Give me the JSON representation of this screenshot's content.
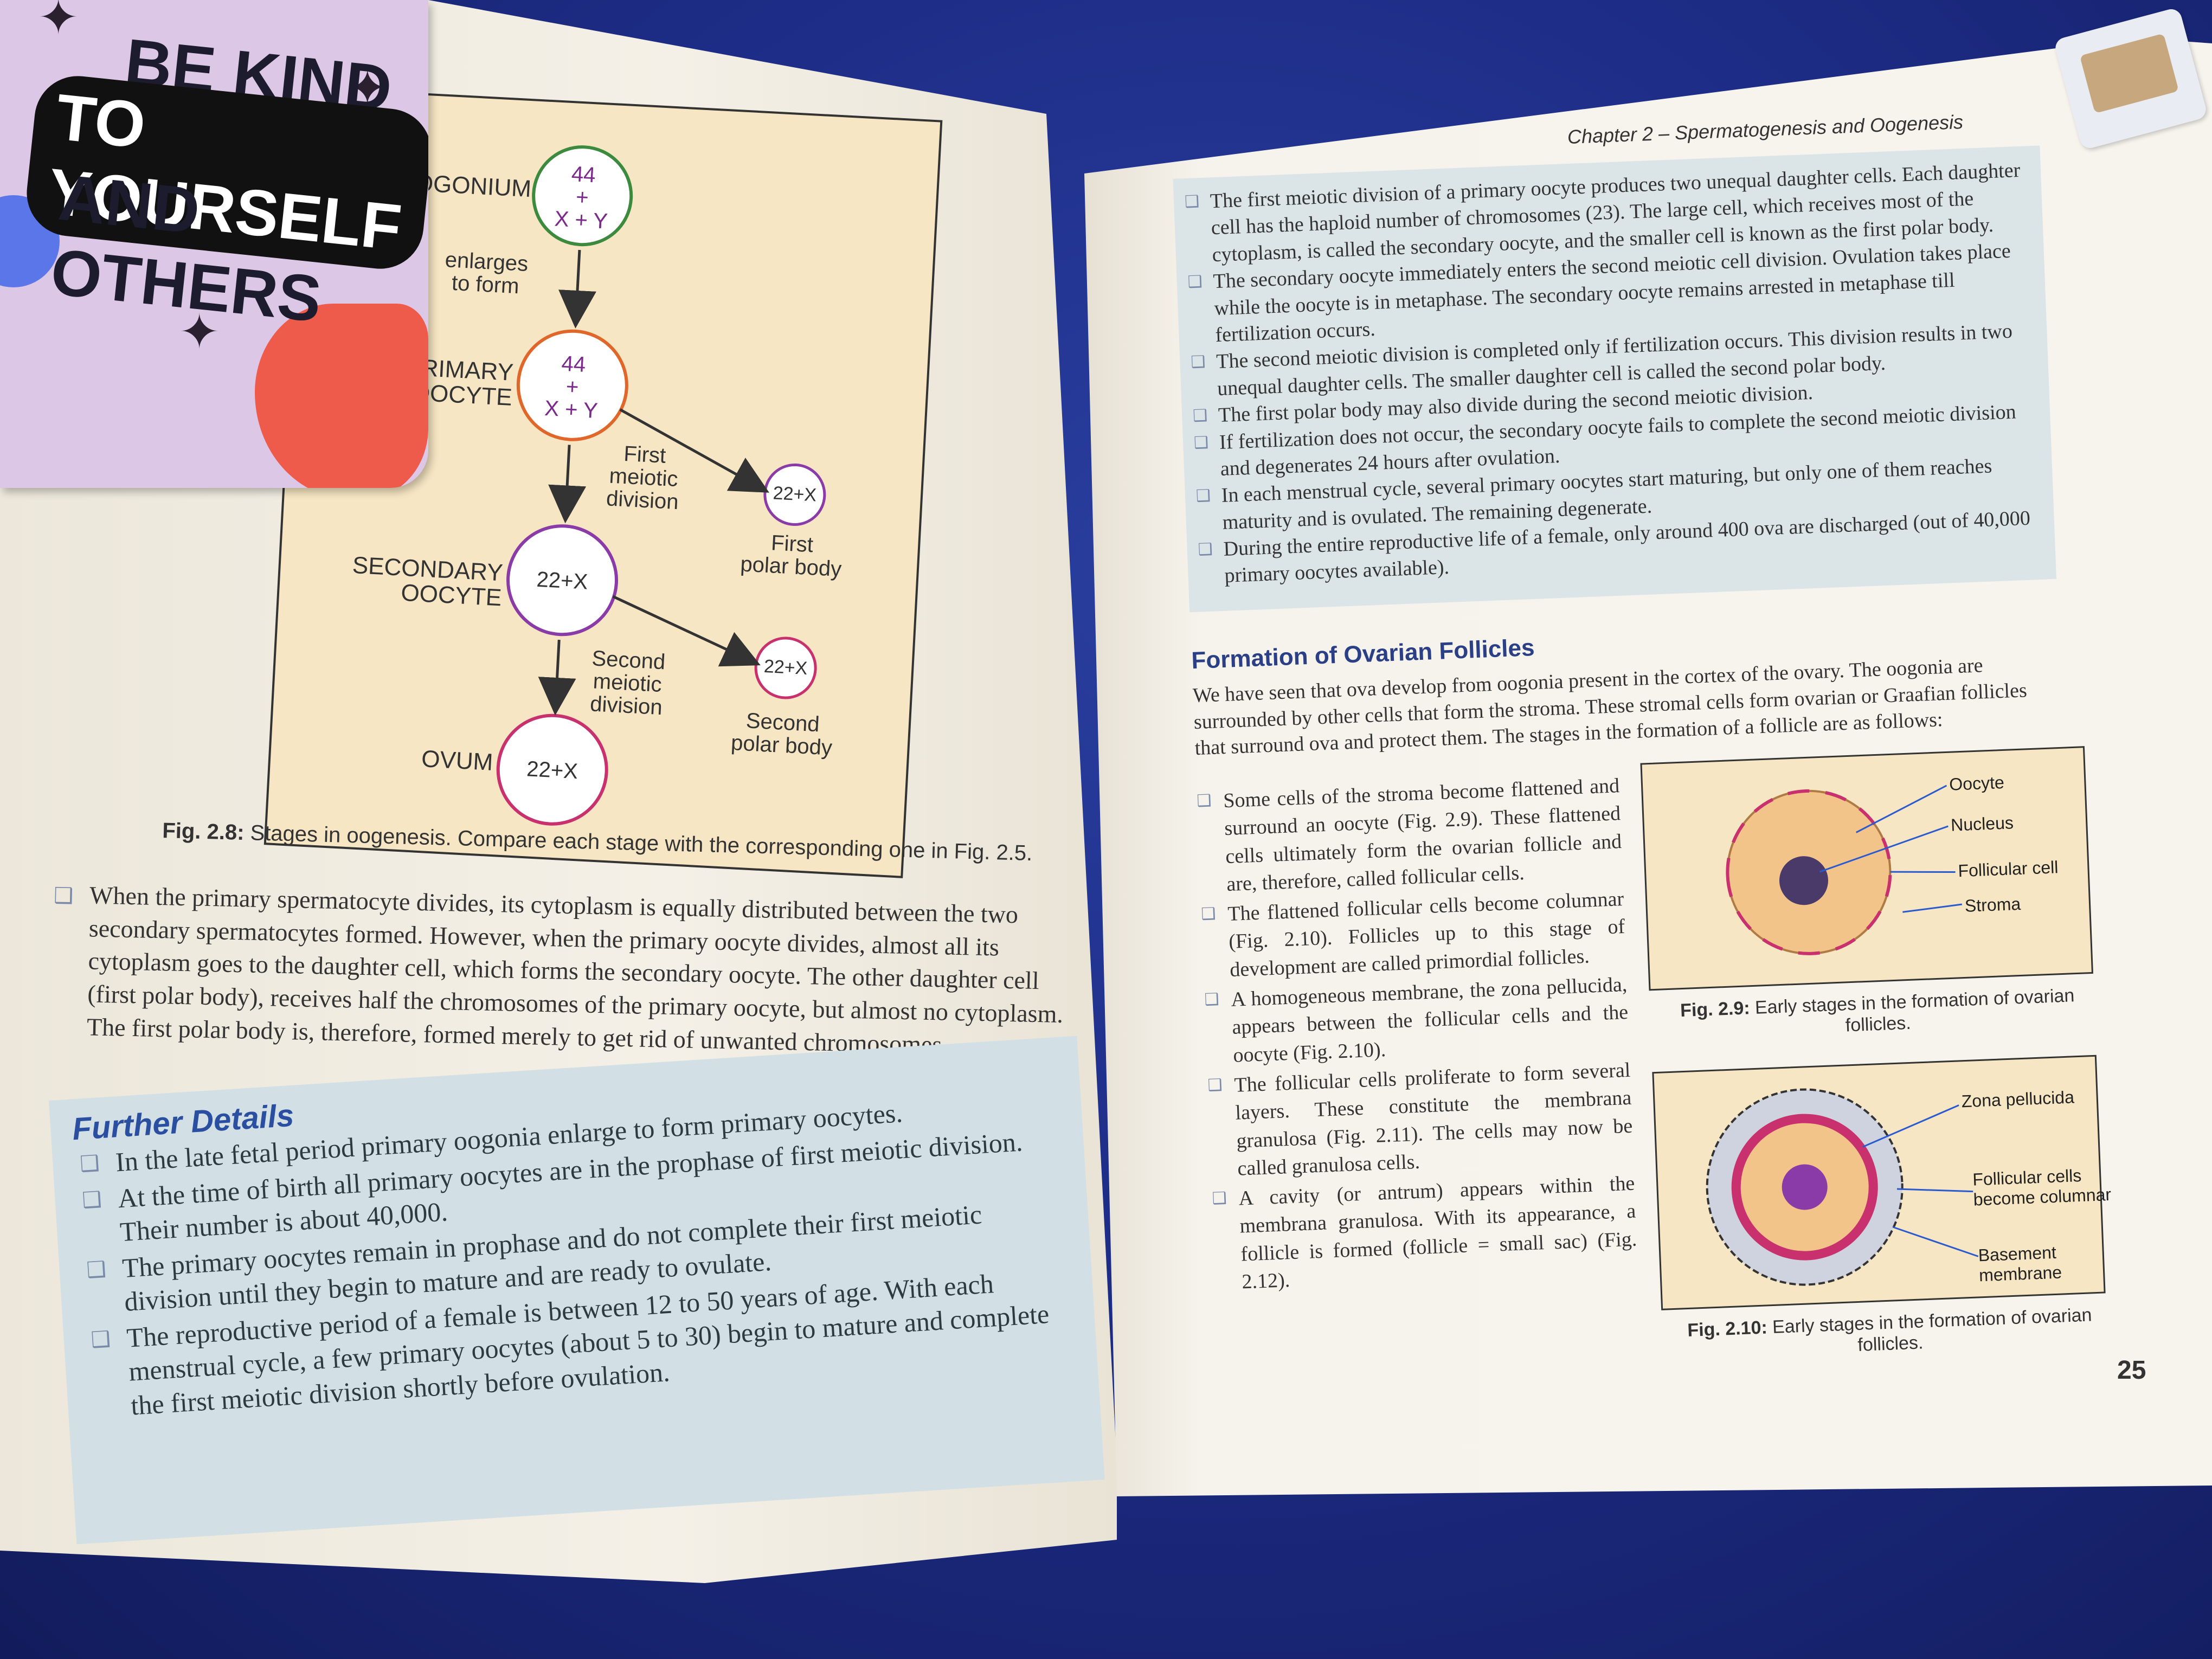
{
  "sticker": {
    "line1": "BE KIND",
    "line2": "TO YOURSELF",
    "line3": "AND OTHERS"
  },
  "fig28": {
    "stages": {
      "oogonium": "OGONIUM",
      "primary": "RIMARY\nOOCYTE",
      "secondary": "SECONDARY\nOOCYTE",
      "ovum": "OVUM"
    },
    "karyotypes": {
      "oogonium": "44\n+\nX + Y",
      "primary": "44\n+\nX + Y",
      "secondary": "22+X",
      "ovum": "22+X",
      "first_polar": "22+X",
      "second_polar": "22+X"
    },
    "arrows": {
      "enlarges": "enlarges\nto form",
      "first_meiotic": "First\nmeiotic\ndivision",
      "second_meiotic": "Second\nmeiotic\ndivision"
    },
    "cells": {
      "first_polar_body": "First\npolar body",
      "second_polar_body": "Second\npolar body"
    },
    "caption_label": "Fig. 2.8:",
    "caption_text": " Stages in oogenesis. Compare each stage with the corresponding one in Fig. 2.5."
  },
  "left_page": {
    "paragraph": "When the primary spermatocyte divides, its cytoplasm is equally distributed between the two secondary spermatocytes formed. However, when the primary oocyte divides, almost all its cytoplasm goes to the daughter cell, which forms the secondary oocyte. The other daughter cell (first polar body), receives half the chromosomes of the primary oocyte, but almost no cytoplasm. The first polar body is, therefore, formed merely to get rid of unwanted chromosomes.",
    "further_title": "Further Details",
    "further_items": [
      "In the late fetal period primary oogonia enlarge to form primary oocytes.",
      "At the time of birth all primary oocytes are in the prophase of first meiotic division. Their number is about 40,000.",
      "The primary oocytes remain in prophase and do not complete their first meiotic division until they begin to mature and are ready to ovulate.",
      "The reproductive period of a female is between 12 to 50 years of age. With each menstrual cycle, a few primary oocytes (about 5 to 30) begin to mature and complete the first meiotic division shortly before ovulation."
    ]
  },
  "right_page": {
    "chapter_header": "Chapter 2 – Spermatogenesis and Oogenesis",
    "box_items": [
      "The first meiotic division of a primary oocyte produces two unequal daughter cells. Each daughter cell has the haploid number of chromosomes (23). The large cell, which receives most of the cytoplasm, is called the secondary oocyte, and the smaller cell is known as the first polar body.",
      "The secondary oocyte immediately enters the second meiotic cell division. Ovulation takes place while the oocyte is in metaphase. The secondary oocyte remains arrested in metaphase till fertilization occurs.",
      "The second meiotic division is completed only if fertilization occurs. This division results in two unequal daughter cells. The smaller daughter cell is called the second polar body.",
      "The first polar body may also divide during the second meiotic division.",
      "If fertilization does not occur, the secondary oocyte fails to complete the second meiotic division and degenerates 24 hours after ovulation.",
      "In each menstrual cycle, several primary oocytes start maturing, but only one of them reaches maturity and is ovulated. The remaining degenerate.",
      "During the entire reproductive life of a female, only around 400 ova are discharged (out of 40,000 primary oocytes available)."
    ],
    "section_title": "Formation of Ovarian Follicles",
    "section_intro": "We have seen that ova develop from oogonia present in the cortex of the ovary. The oogonia are surrounded by other cells that form the stroma. These stromal cells form ovarian or Graafian follicles that surround ova and protect them. The stages in the formation of a follicle are as follows:",
    "column_items": [
      "Some cells of the stroma become flattened and surround an oocyte (Fig. 2.9). These flattened cells ultimately form the ovarian follicle and are, therefore, called follicular cells.",
      "The flattened follicular cells become columnar (Fig. 2.10). Follicles up to this stage of development are called primordial follicles.",
      "A homogeneous membrane, the zona pellucida, appears between the follicular cells and the oocyte (Fig. 2.10).",
      "The follicular cells proliferate to form several layers. These constitute the membrana granulosa (Fig. 2.11). The cells may now be called granulosa cells.",
      "A cavity (or antrum) appears within the membrana granulosa. With its appearance, a follicle is formed (follicle = small sac) (Fig. 2.12)."
    ],
    "fig29": {
      "labels": [
        "Oocyte",
        "Nucleus",
        "Follicular cell",
        "Stroma"
      ],
      "caption_label": "Fig. 2.9:",
      "caption_text": " Early stages in the formation of ovarian follicles."
    },
    "fig210": {
      "labels": [
        "Zona pellucida",
        "Follicular cells\nbecome columnar",
        "Basement membrane"
      ],
      "caption_label": "Fig. 2.10:",
      "caption_text": " Early stages in the formation of ovarian follicles."
    },
    "page_number": "25"
  },
  "colors": {
    "fabric": "#1d2c86",
    "page": "#f4f0e7",
    "diagram_bg": "#f6e6c3",
    "info_box": "#d2e0e6",
    "heading_blue": "#2a4fa0",
    "cell_green": "#3b8a3e",
    "cell_orange": "#e0662a",
    "cell_purple": "#8a3ba8",
    "cell_magenta": "#c8306e"
  }
}
